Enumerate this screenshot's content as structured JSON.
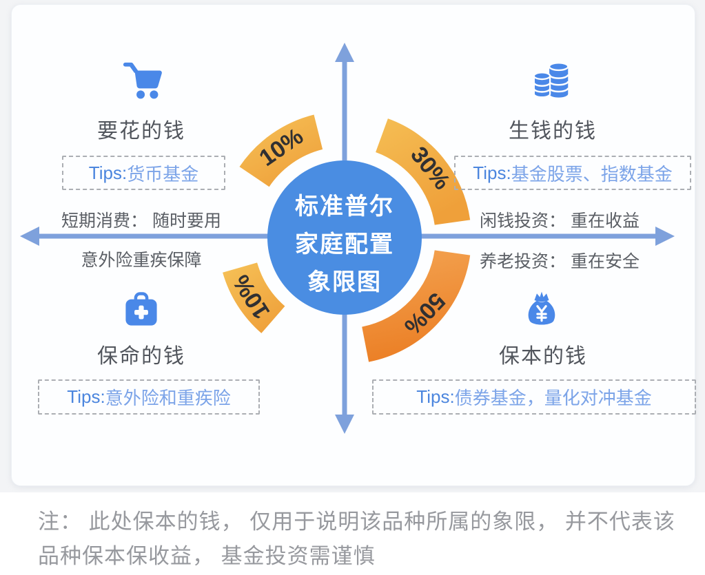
{
  "center": {
    "line1": "标准普尔",
    "line2": "家庭配置",
    "line3": "象限图"
  },
  "arcs": {
    "top_left": {
      "label": "10%",
      "color_hint": "#F2AC45"
    },
    "top_right": {
      "label": "30%",
      "color_hint": "#F2AC45"
    },
    "bottom_left": {
      "label": "10%",
      "color_hint": "#F2AC45"
    },
    "bottom_right": {
      "label": "50%",
      "color_hint": "#EC8A30"
    }
  },
  "quadrants": {
    "top_left": {
      "icon": "shopping-cart-icon",
      "title": "要花的钱",
      "tip_prefix": "Tips:",
      "tip": "货币基金",
      "axis_note_above": "短期消费： 随时要用",
      "axis_note_below": "意外险重疾保障"
    },
    "top_right": {
      "icon": "coins-icon",
      "title": "生钱的钱",
      "tip_prefix": "Tips:",
      "tip": "基金股票、指数基金",
      "axis_note_above": "闲钱投资： 重在收益",
      "axis_note_below": "养老投资： 重在安全"
    },
    "bottom_left": {
      "icon": "first-aid-kit-icon",
      "title": "保命的钱",
      "tip_prefix": "Tips:",
      "tip": "意外险和重疾险"
    },
    "bottom_right": {
      "icon": "money-bag-icon",
      "title": "保本的钱",
      "tip_prefix": "Tips:",
      "tip": "债券基金，量化对冲基金"
    }
  },
  "note": {
    "line1": "注： 此处保本的钱， 仅用于说明该品种所属的象限， 并不代表该",
    "line2": "品种保本保收益， 基金投资需谨慎"
  },
  "colors": {
    "accent_blue": "#4A88E8",
    "axis_blue": "#7EA1DC",
    "arc_yellow": "#F2AC45",
    "arc_orange": "#EC8A30",
    "circle_blue": "#4A8DE2"
  }
}
